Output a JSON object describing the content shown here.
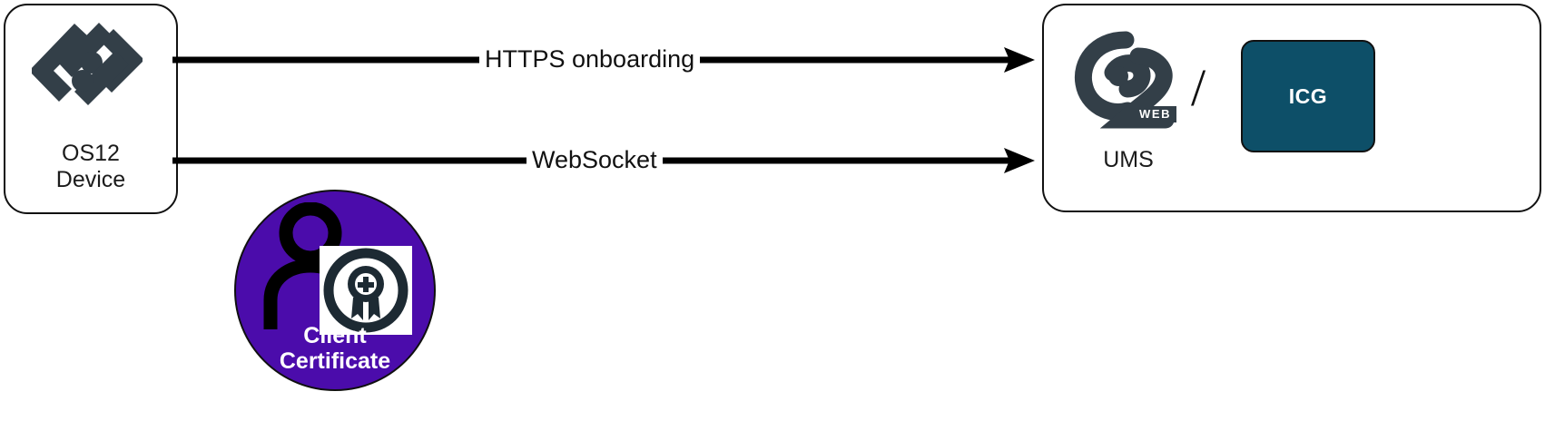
{
  "diagram": {
    "type": "network-architecture-flow",
    "background_color": "#ffffff"
  },
  "nodes": {
    "device": {
      "label": "OS12\nDevice",
      "logo_name": "os12-brand-logo",
      "logo_color": "#333f48",
      "shape": "rounded-rectangle",
      "border_color": "#111111"
    },
    "server": {
      "label": "UMS",
      "logo_name": "ums-web-brand-logo",
      "logo_color": "#333f48",
      "badge_text": "WEB",
      "badge_background": "#333f48",
      "separator": "/",
      "chip": {
        "label": "ICG",
        "background": "#0d4f68",
        "text_color": "#ffffff"
      }
    },
    "certificate": {
      "label": "Client\nCertificate",
      "background": "#4b0cab",
      "text_color": "#ffffff",
      "icon_name": "user-certificate-icon"
    }
  },
  "edges": [
    {
      "id": "https-onboarding",
      "label": "HTTPS onboarding",
      "from": "OS12 Device",
      "to": "UMS",
      "direction": "right",
      "color": "#000000"
    },
    {
      "id": "websocket",
      "label": "WebSocket",
      "from": "OS12 Device",
      "to": "UMS",
      "direction": "right",
      "color": "#000000"
    }
  ]
}
